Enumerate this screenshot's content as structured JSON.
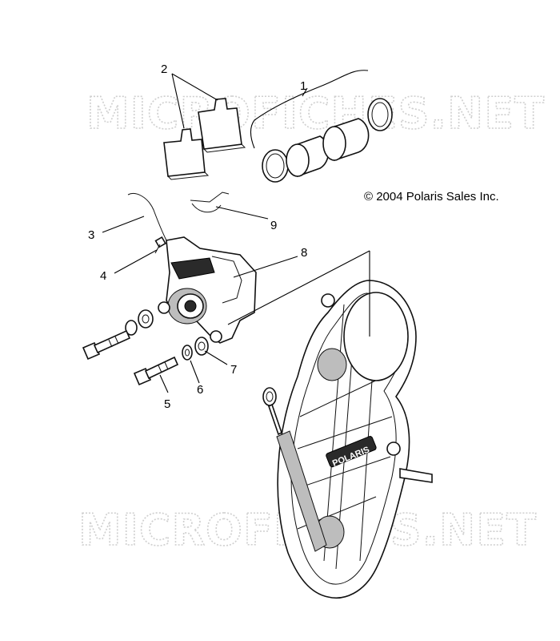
{
  "watermark": {
    "top_text": "MICROFICHES.NET",
    "bottom_text": "MICROFICHES.NET"
  },
  "copyright": "© 2004 Polaris Sales Inc.",
  "callouts": {
    "c1": "1",
    "c2": "2",
    "c3": "3",
    "c4": "4",
    "c5": "5",
    "c6": "6",
    "c7": "7",
    "c8": "8",
    "c9": "9"
  },
  "cover_logo": "POLARIS"
}
